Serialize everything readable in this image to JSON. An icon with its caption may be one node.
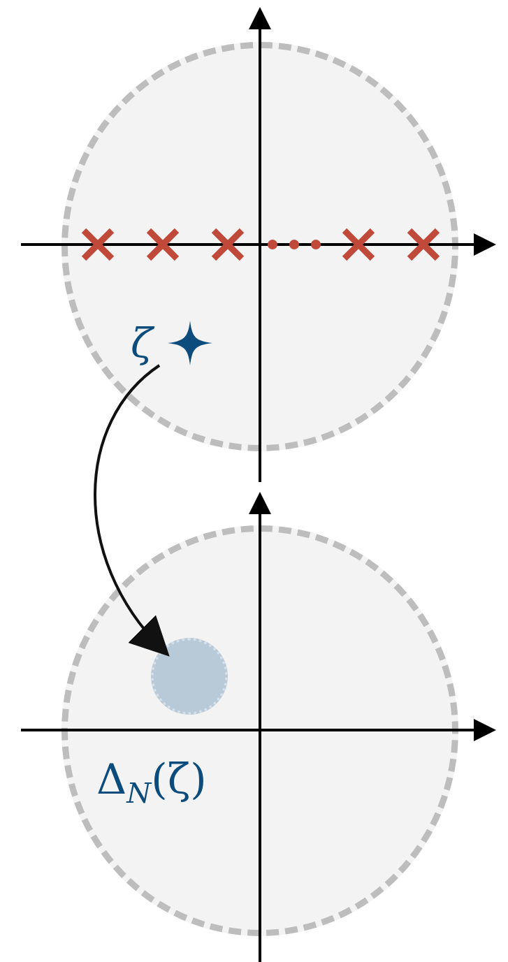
{
  "diagram": {
    "nodes": [
      {
        "text": [],
        "shape": "circle"
      },
      {
        "text": [
          "ζ"
        ],
        "in": 0
      },
      {
        "text": [],
        "shape": "circle"
      },
      {
        "text": [],
        "shape": "circle",
        "in": 2
      }
    ],
    "edges": [
      {
        "from": 1,
        "to": 3,
        "arrow": "to"
      }
    ],
    "labels": [
      "Δ$_{N}$(ζ)"
    ]
  }
}
